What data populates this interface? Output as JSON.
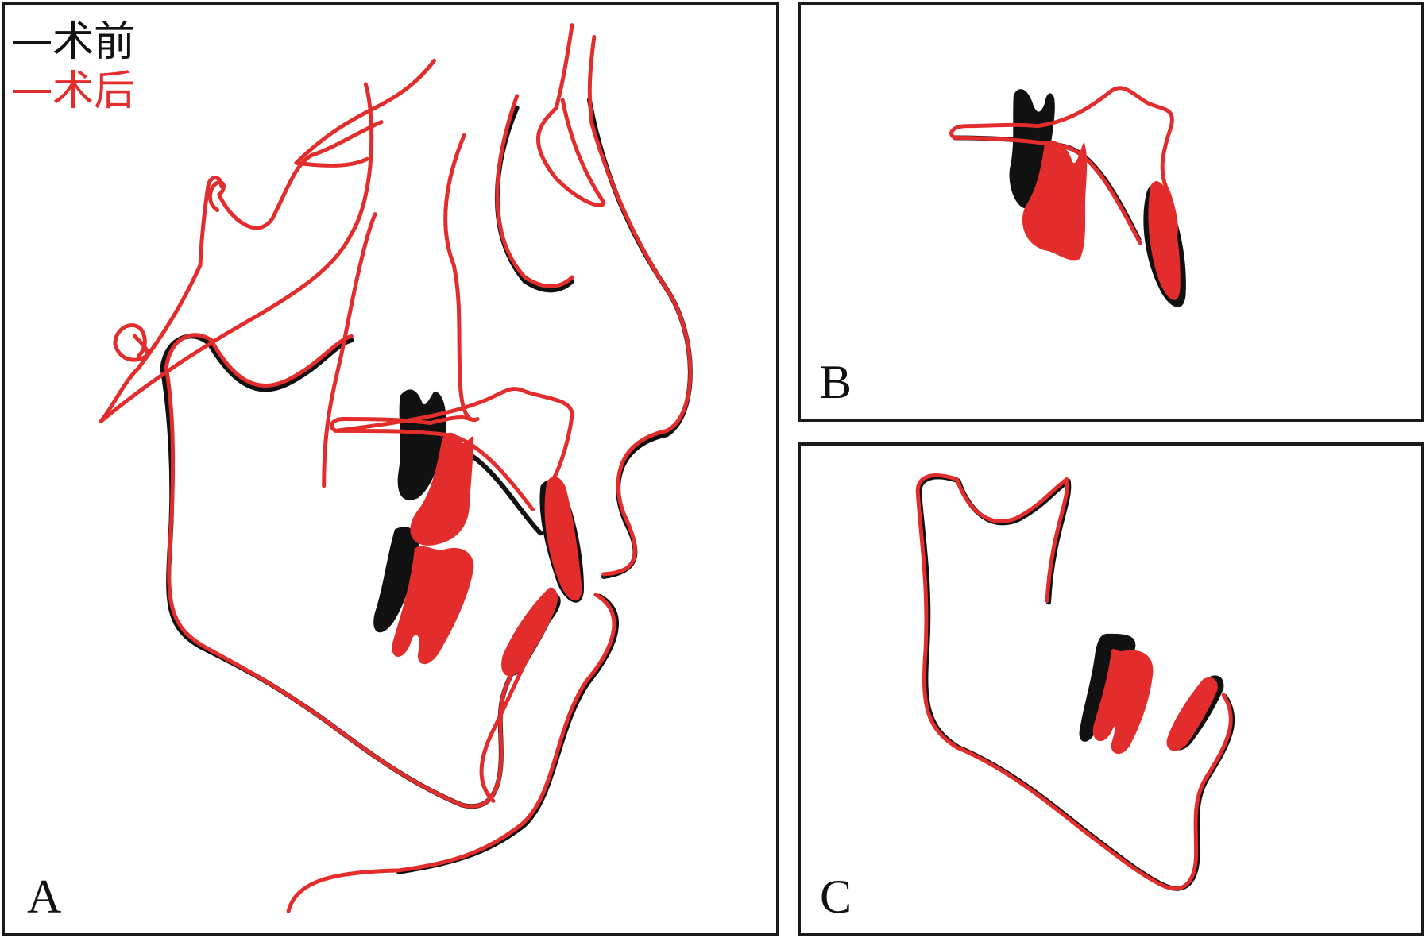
{
  "colors": {
    "pre": "#111111",
    "post": "#e32d2d",
    "frame": "#1a1a1a"
  },
  "legend": {
    "pre_label": "术前",
    "post_label": "术后"
  },
  "panels": {
    "a": {
      "letter": "A"
    },
    "b": {
      "letter": "B"
    },
    "c": {
      "letter": "C"
    }
  }
}
